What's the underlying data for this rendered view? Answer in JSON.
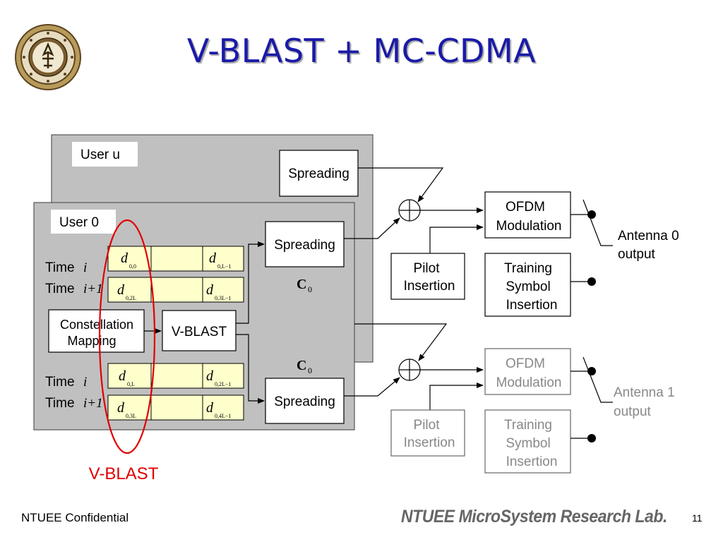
{
  "title": "V-BLAST + MC-CDMA",
  "footer": {
    "left": "NTUEE Confidential",
    "lab": "NTUEE MicroSystem Research Lab.",
    "page": "11"
  },
  "diagram": {
    "user_u_label": "User u",
    "user_0_label": "User 0",
    "spreading": "Spreading",
    "constellation_line1": "Constellation",
    "constellation_line2": "Mapping",
    "vblast_block": "V-BLAST",
    "time_label": "Time",
    "time_i": "i",
    "time_i1": "i+1",
    "code_c": "C",
    "code_sub": "0",
    "symbols": {
      "row1": {
        "left_d": "d",
        "left_sub": "0,0",
        "right_d": "d",
        "right_sub": "0,L−1"
      },
      "row2": {
        "left_d": "d",
        "left_sub": "0,2L",
        "right_d": "d",
        "right_sub": "0,3L−1"
      },
      "row3": {
        "left_d": "d",
        "left_sub": "0,L",
        "right_d": "d",
        "right_sub": "0,2L−1"
      },
      "row4": {
        "left_d": "d",
        "left_sub": "0,3L",
        "right_d": "d",
        "right_sub": "0,4L−1"
      }
    },
    "ofdm_line1": "OFDM",
    "ofdm_line2": "Modulation",
    "pilot_line1": "Pilot",
    "pilot_line2": "Insertion",
    "training_line1": "Training",
    "training_line2": "Symbol",
    "training_line3": "Insertion",
    "antenna0_line1": "Antenna 0",
    "antenna0_line2": "output",
    "antenna1_line1": "Antenna 1",
    "antenna1_line2": "output",
    "vblast_annotation": "V-BLAST"
  },
  "colors": {
    "title": "#1a1aa8",
    "panel": "#c0c0c0",
    "symbol_fill": "#ffffcc",
    "annotation": "#e00000",
    "faded_text": "#888888"
  }
}
